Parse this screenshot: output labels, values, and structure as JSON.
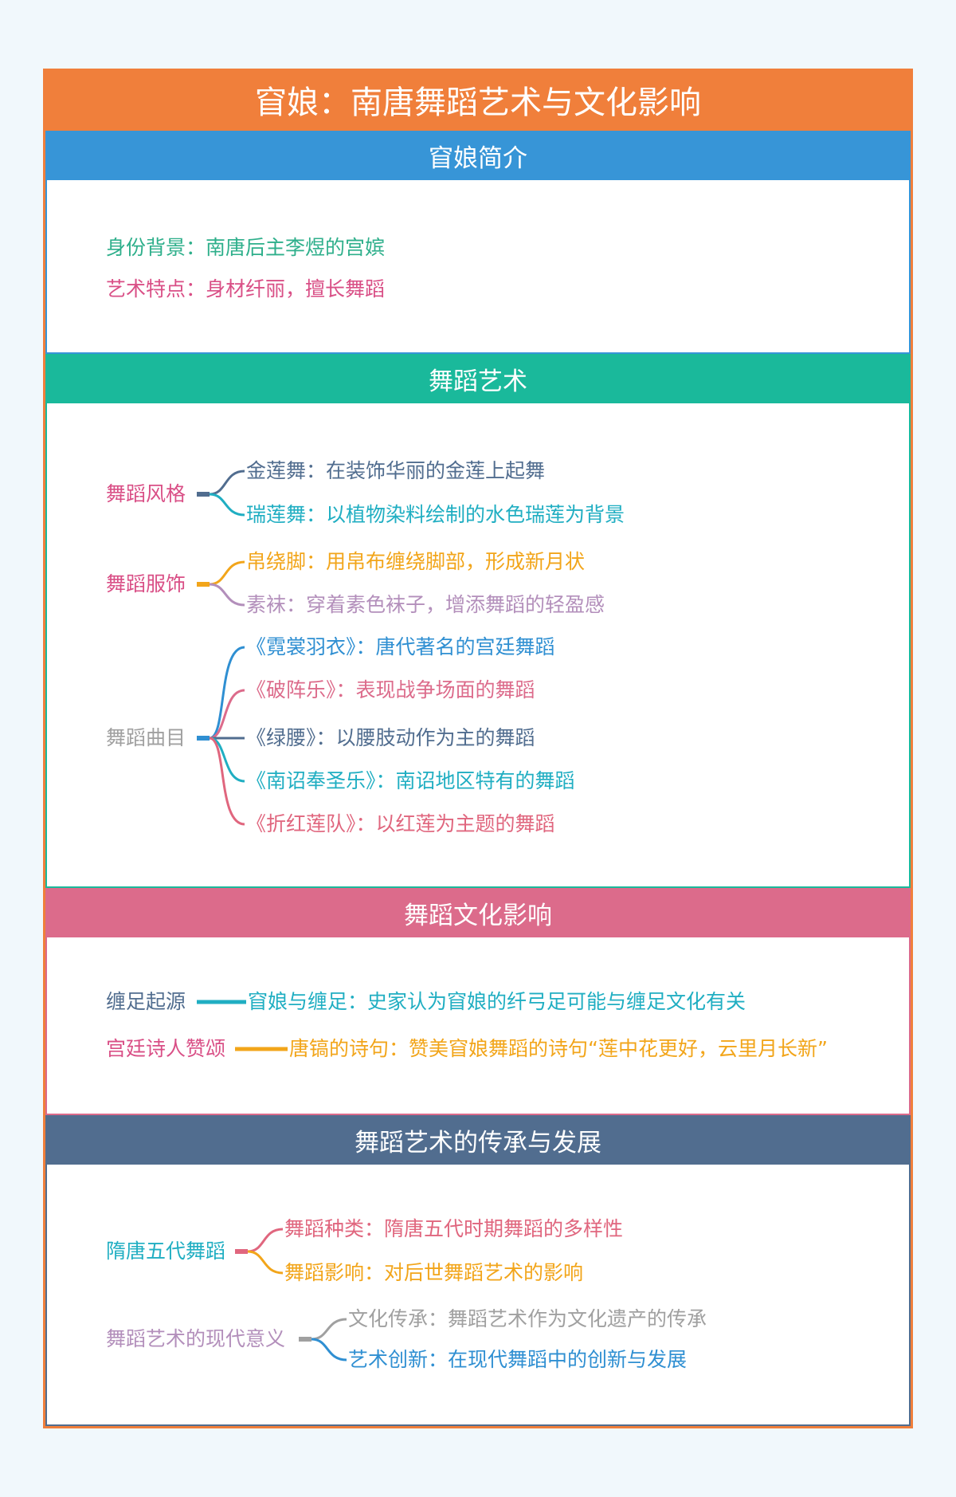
{
  "title": "窅娘：南唐舞蹈艺术与文化影响",
  "colors": {
    "title_bar": "#f07f3b",
    "blue": "#3795d7",
    "teal": "#1ab99b",
    "pink": "#dc6b8b",
    "slate": "#516d8f",
    "green_text": "#2eaf8b",
    "rose_text": "#d94f86",
    "orange_text": "#f2a51a",
    "gray_text": "#a0a0a0",
    "purple_text": "#b38fbb",
    "sky_text": "#2f8fd2",
    "cyan_text": "#20aec2"
  },
  "sections": [
    {
      "header": "窅娘简介",
      "items": [
        {
          "label": "身份背景：南唐后主李煜的宫嫔"
        },
        {
          "label": "艺术特点：身材纤丽，擅长舞蹈"
        }
      ]
    },
    {
      "header": "舞蹈艺术",
      "groups": [
        {
          "label": "舞蹈风格",
          "children": [
            "金莲舞：在装饰华丽的金莲上起舞",
            "瑞莲舞：以植物染料绘制的水色瑞莲为背景"
          ]
        },
        {
          "label": "舞蹈服饰",
          "children": [
            "帛绕脚：用帛布缠绕脚部，形成新月状",
            "素袜：穿着素色袜子，增添舞蹈的轻盈感"
          ]
        },
        {
          "label": "舞蹈曲目",
          "children": [
            "《霓裳羽衣》：唐代著名的宫廷舞蹈",
            "《破阵乐》：表现战争场面的舞蹈",
            "《绿腰》：以腰肢动作为主的舞蹈",
            "《南诏奉圣乐》：南诏地区特有的舞蹈",
            "《折红莲队》：以红莲为主题的舞蹈"
          ]
        }
      ]
    },
    {
      "header": "舞蹈文化影响",
      "groups": [
        {
          "label": "缠足起源",
          "children": [
            "窅娘与缠足：史家认为窅娘的纤弓足可能与缠足文化有关"
          ]
        },
        {
          "label": "宫廷诗人赞颂",
          "children": [
            "唐镐的诗句：赞美窅娘舞蹈的诗句“莲中花更好，云里月长新”"
          ]
        }
      ]
    },
    {
      "header": "舞蹈艺术的传承与发展",
      "groups": [
        {
          "label": "隋唐五代舞蹈",
          "children": [
            "舞蹈种类：隋唐五代时期舞蹈的多样性",
            "舞蹈影响：对后世舞蹈艺术的影响"
          ]
        },
        {
          "label": "舞蹈艺术的现代意义",
          "children": [
            "文化传承：舞蹈艺术作为文化遗产的传承",
            "艺术创新：在现代舞蹈中的创新与发展"
          ]
        }
      ]
    }
  ]
}
